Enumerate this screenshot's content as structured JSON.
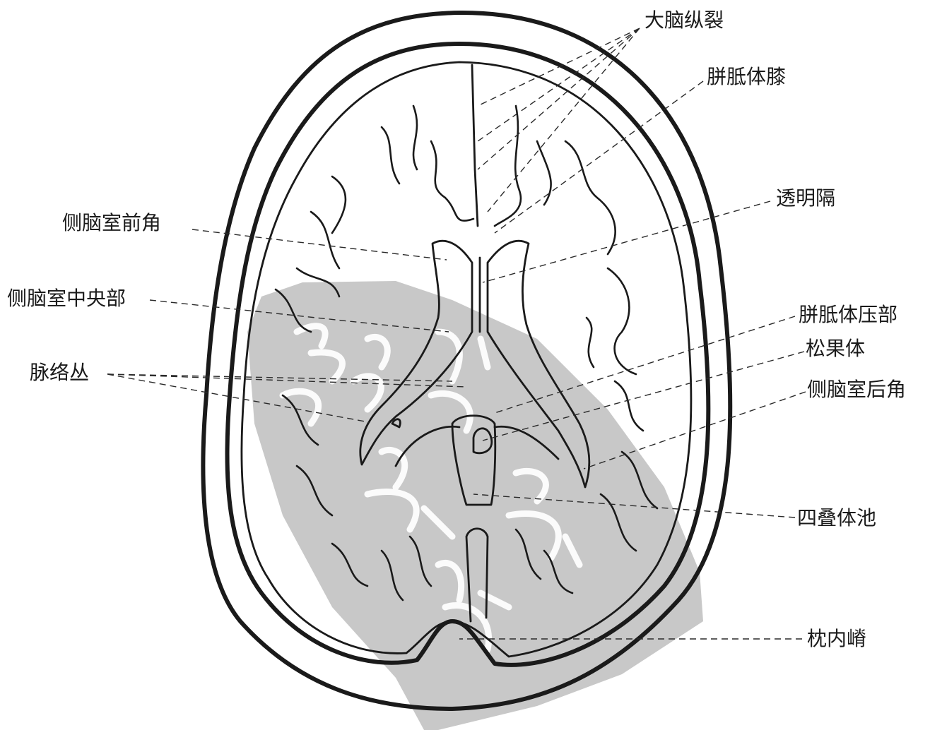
{
  "labels": {
    "longitudinal_fissure": "大脑纵裂",
    "corpus_callosum_genu": "胼胝体膝",
    "septum_pellucidum": "透明隔",
    "anterior_horn": "侧脑室前角",
    "central_part": "侧脑室中央部",
    "choroid_plexus": "脉络丛",
    "splenium": "胼胝体压部",
    "pineal_body": "松果体",
    "posterior_horn": "侧脑室后角",
    "quadrigeminal_cistern": "四叠体池",
    "internal_occipital_crest": "枕内嵴"
  },
  "colors": {
    "ink": "#1a1a1a",
    "watermark_band": "#c8c8c8",
    "background": "#ffffff"
  }
}
